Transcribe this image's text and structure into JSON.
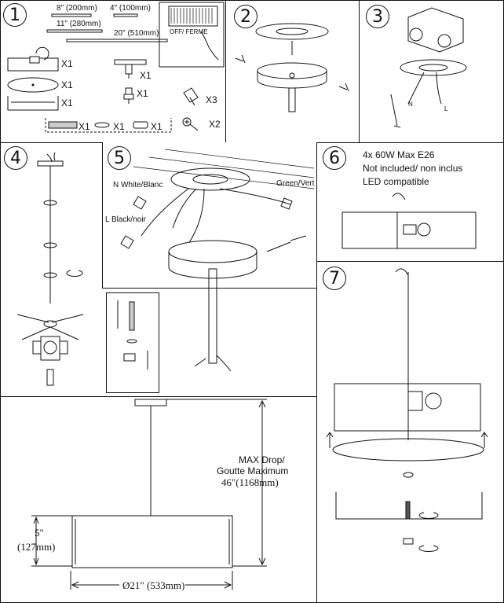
{
  "steps": [
    "1",
    "2",
    "3",
    "4",
    "5",
    "6",
    "7"
  ],
  "step1": {
    "rods": [
      "8\" (200mm)",
      "4\" (100mm)",
      "11\" (280mm)",
      "20\" (510mm)"
    ],
    "qty_x1": "X1",
    "qty_x3": "X3",
    "qty_x2": "X2",
    "switch_label": "OFF/ FERME"
  },
  "step5": {
    "n_wire": "N White/Blanc",
    "ground_wire": "Green/Vert",
    "l_wire": "L Black/noir"
  },
  "step6": {
    "line1": "4x 60W Max E26",
    "line2": "Not included/ non inclus",
    "line3": "LED compatible"
  },
  "step3": {
    "n": "N",
    "l": "L"
  },
  "dimensions": {
    "max_drop_line1": "MAX Drop/",
    "max_drop_line2": "Goutte Maximum",
    "max_drop_line3": "46\"(1168mm)",
    "height_line1": "5\"",
    "height_line2": "(127mm)",
    "diameter": "Ø21\" (533mm)"
  }
}
